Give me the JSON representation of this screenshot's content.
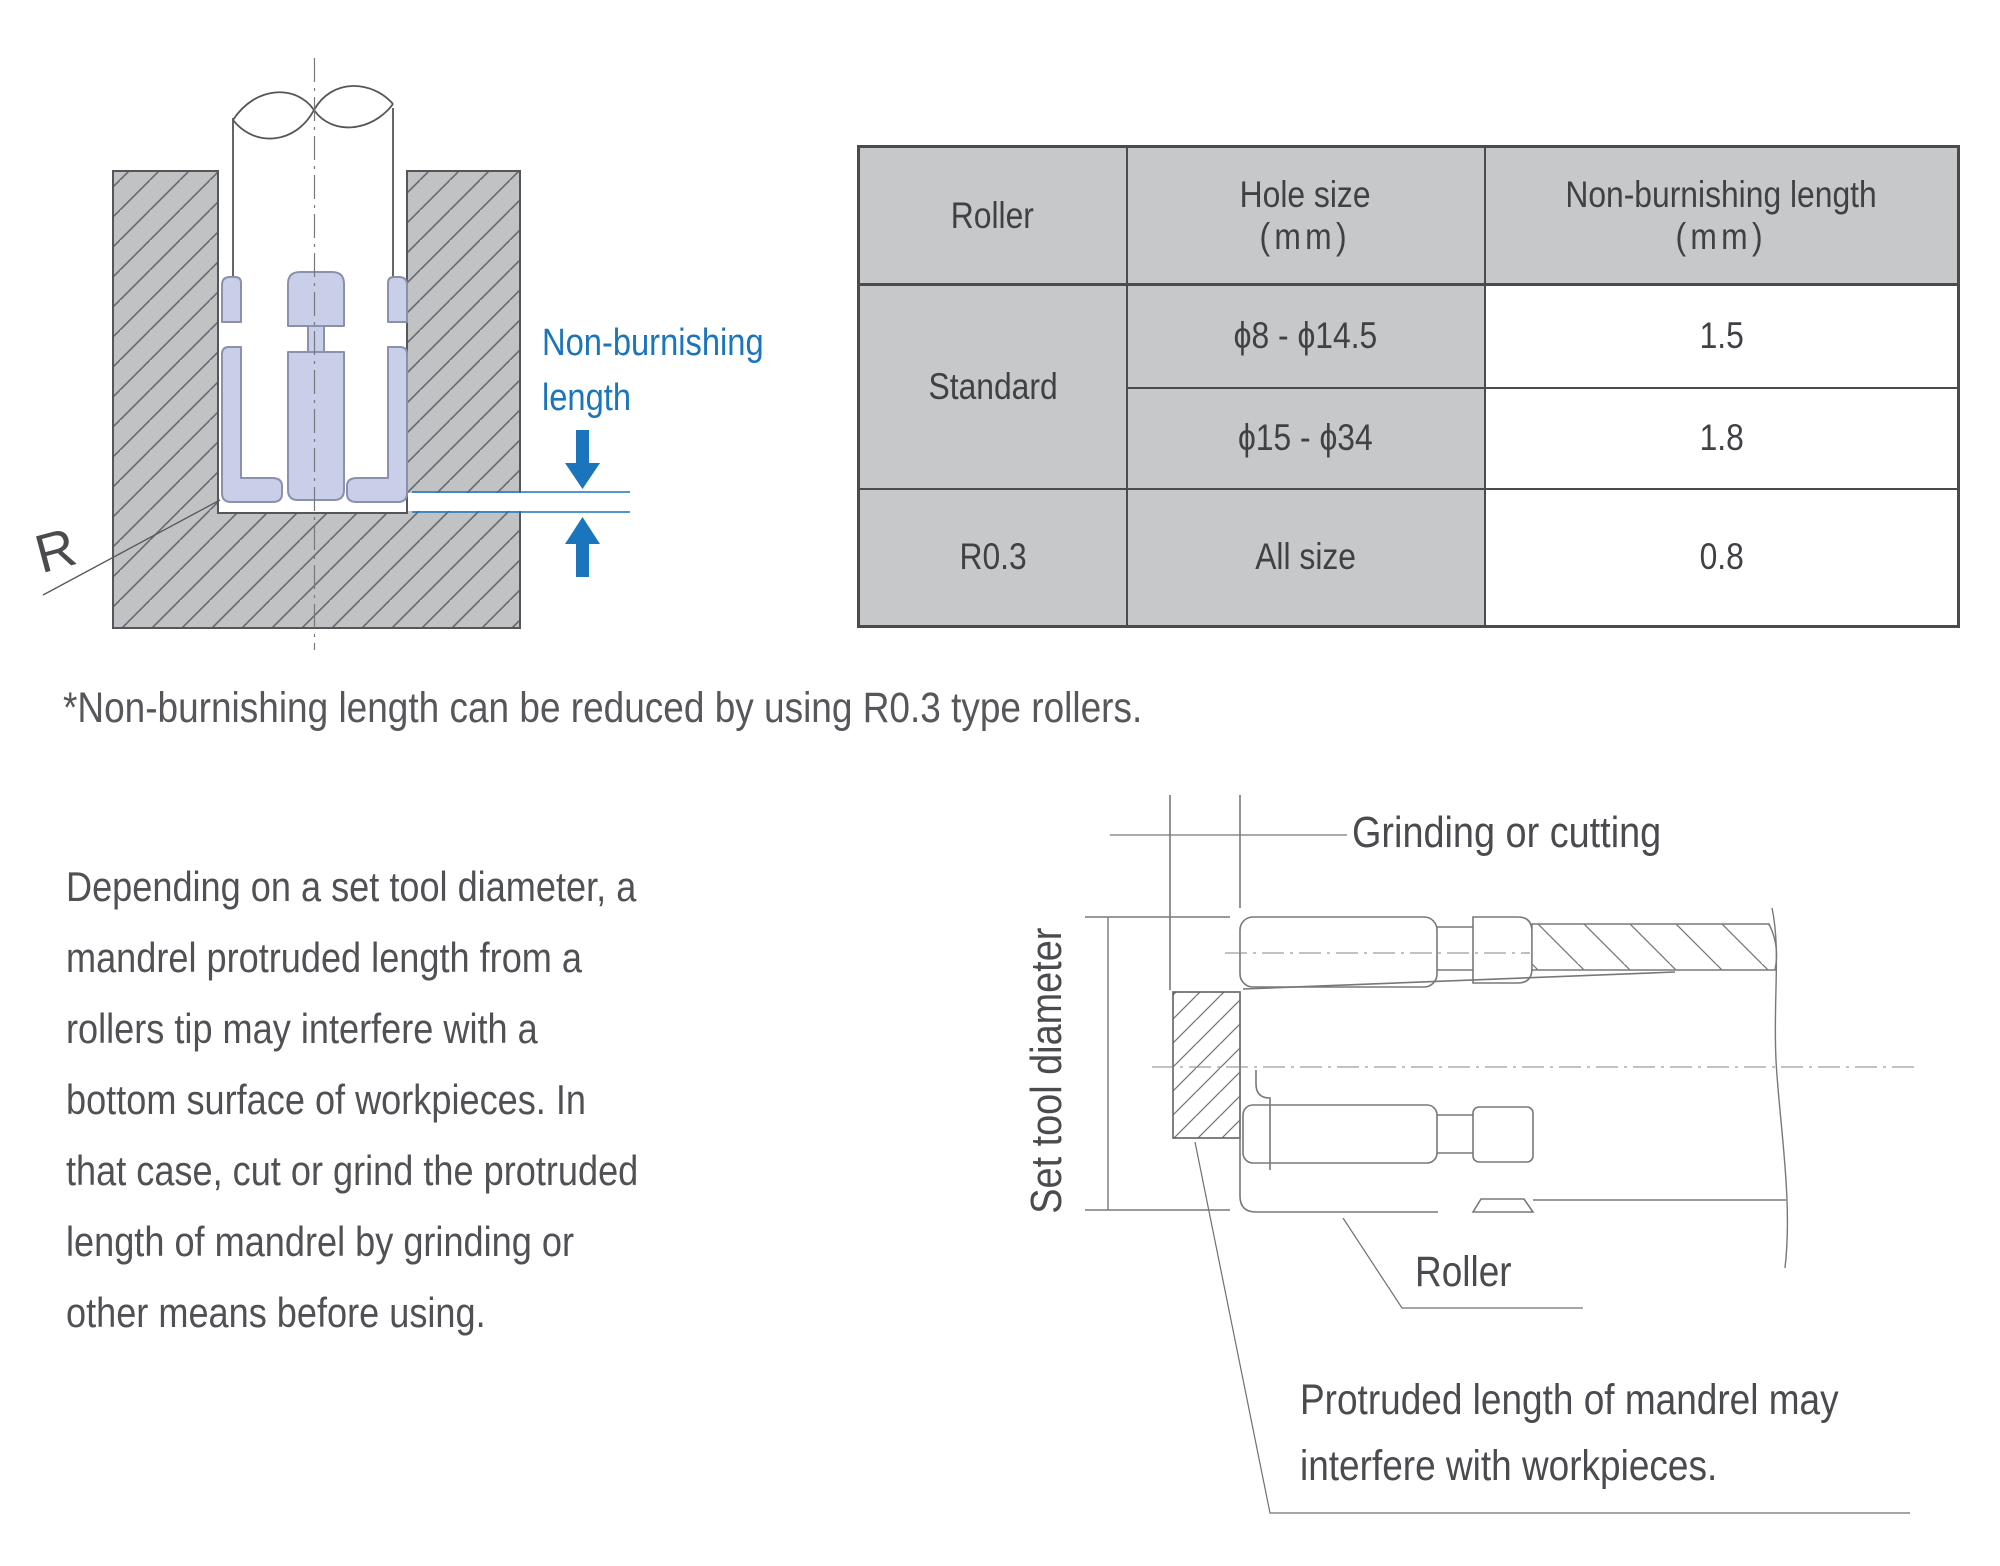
{
  "colors": {
    "accent_blue": "#1b75bc",
    "table_gray": "#c7c8ca",
    "workpiece_gray": "#c1c2c4",
    "roller_fill": "#c9cfe9"
  },
  "left_diagram": {
    "labels": {
      "non_burnishing_line1": "Non-burnishing",
      "non_burnishing_line2": "length",
      "radius": "R"
    }
  },
  "table": {
    "headers": [
      {
        "label": "Roller",
        "unit": ""
      },
      {
        "label": "Hole size",
        "unit": "(mm)"
      },
      {
        "label": "Non-burnishing length",
        "unit": "(mm)"
      }
    ],
    "rows": [
      {
        "roller": "Standard",
        "hole_size": "ϕ8 -  ϕ14.5",
        "length": "1.5"
      },
      {
        "roller": "Standard",
        "hole_size": "ϕ15 -  ϕ34",
        "length": "1.8"
      },
      {
        "roller": "R0.3",
        "hole_size": "All size",
        "length": "0.8"
      }
    ]
  },
  "note": "*Non-burnishing length can be reduced by using R0.3 type rollers.",
  "paragraph": {
    "lines": [
      "Depending on a set tool diameter, a",
      "mandrel protruded length from a",
      "rollers tip may interfere with a",
      "bottom surface of workpieces. In",
      "that case, cut or grind the protruded",
      "length of mandrel by grinding or",
      "other means before using."
    ]
  },
  "right_diagram": {
    "labels": {
      "grinding": "Grinding or cutting",
      "set_tool_diameter": "Set tool diameter",
      "roller": "Roller",
      "protruded_line1": "Protruded length of mandrel may",
      "protruded_line2": "interfere with workpieces."
    }
  }
}
